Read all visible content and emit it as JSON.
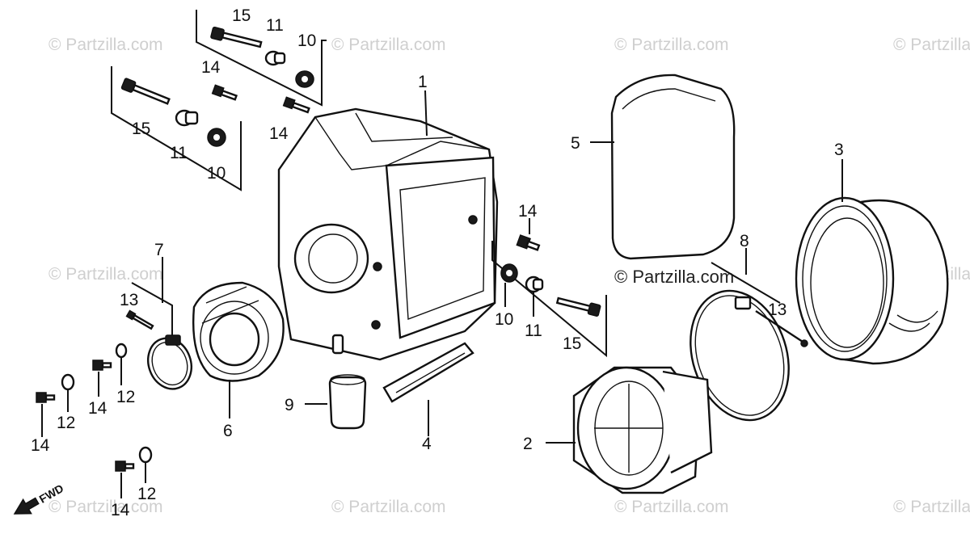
{
  "watermark": "© Partzilla.com",
  "watermark_center": "© Partzilla.com",
  "fwd_label": "FWD",
  "callouts": {
    "c1": "1",
    "c2": "2",
    "c3": "3",
    "c4": "4",
    "c5": "5",
    "c6": "6",
    "c7": "7",
    "c8": "8",
    "c9": "9",
    "c10a": "10",
    "c10b": "10",
    "c10c": "10",
    "c11a": "11",
    "c11b": "11",
    "c11c": "11",
    "c12a": "12",
    "c12b": "12",
    "c12c": "12",
    "c13a": "13",
    "c13b": "13",
    "c14a": "14",
    "c14b": "14",
    "c14c": "14",
    "c14d": "14",
    "c14e": "14",
    "c14f": "14",
    "c15a": "15",
    "c15b": "15",
    "c15c": "15"
  }
}
